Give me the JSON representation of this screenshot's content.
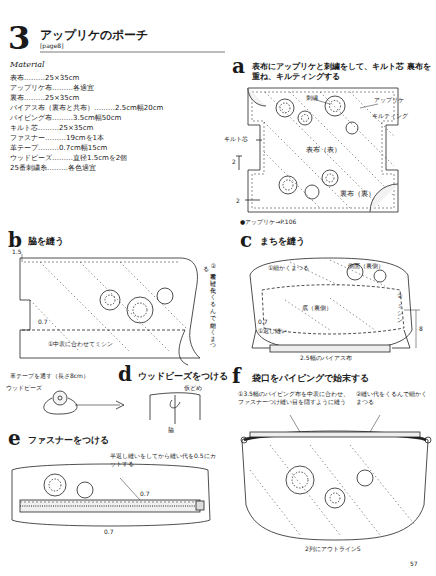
{
  "diagram": {
    "title": "アップリケのポーチ",
    "labels": [
      "3",
      "[page8]",
      "Material",
      "表布………25×35cm",
      "アップリケ布………各適宜",
      "裏布………25×35cm",
      "バイアス布（裏布と共布）………2.5cm幅20cm",
      "パイピング布………3.5cm幅50cm",
      "キルト芯………25×35cm",
      "ファスナー………19cmを1本",
      "革テープ………0.7cm幅15cm",
      "ウッドビーズ………直径1.5cmを2個",
      "25番刺繍糸………各色適宜",
      "a",
      "表布にアップリケと刺繍をして、キルト芯 裏布を重ね、キルティングする",
      "刺繍",
      "アップリケ",
      "キルティング",
      "キルト芯",
      "表布（表）",
      "裏布（裏）",
      "2",
      "2",
      "●アップリケ→P.106",
      "b",
      "脇を縫う",
      "1.5",
      "0.7",
      "①中表に合わせてミシン",
      "②裏布で縫い代をくるんで細かくまつる",
      "c",
      "まちを縫う",
      "①細かくまつる",
      "側面（裏側）",
      "底（裏側）",
      "0.7",
      "①返し縫い",
      "②ミシン",
      "8",
      "2.5幅のバイアス布",
      "d",
      "ウッドビーズをつける",
      "革テープを通す（長さ8cm）",
      "ウッドビーズ",
      "仮どめ",
      "脇",
      "e",
      "ファスナーをつける",
      "半返し縫いをしてから縫い代を0.5にカットする",
      "0.7",
      "0.7",
      "f",
      "袋口をパイピングで始末する",
      "①3.5幅のパイピング布を中表に合わせ、ファスナーつけ縫い目を隠すように縫う",
      "②縫い代をくるんで細かくまつる",
      "2列にアウトラインS",
      "57"
    ]
  }
}
